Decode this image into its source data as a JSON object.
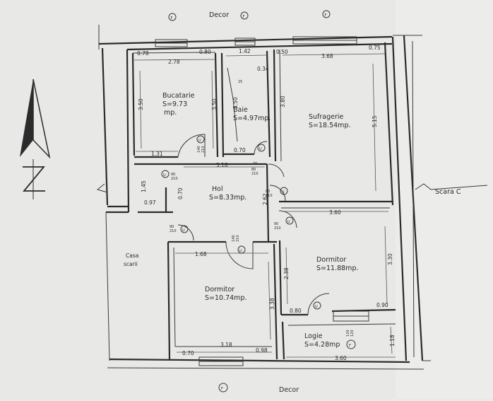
{
  "labels": {
    "decor_top": "Decor",
    "decor_bottom": "Decor",
    "scara_c": "Scara C",
    "casa_scarii_1": "Casa",
    "casa_scarii_2": "scarii"
  },
  "rooms": {
    "bucatarie": {
      "name": "Bucatarie",
      "area": "S=9.73",
      "unit": "mp."
    },
    "baie": {
      "name": "Baie",
      "area": "S=4.97mp."
    },
    "sufragerie": {
      "name": "Sufragerie",
      "area": "S=18.54mp."
    },
    "hol": {
      "name": "Hol",
      "area": "S=8.33mp."
    },
    "dormitor1": {
      "name": "Dormitor",
      "area": "S=11.88mp."
    },
    "dormitor2": {
      "name": "Dormitor",
      "area": "S=10.74mp."
    },
    "logie": {
      "name": "Logie",
      "area": "S=4.28mp"
    }
  },
  "dims": {
    "d078": "0.78",
    "d278": "2.78",
    "d080a": "0.80",
    "d142": "1.42",
    "d050": "0.50",
    "d368": "3.68",
    "d075": "0.75",
    "d034": "0.34",
    "d350a": "3.50",
    "d350b": "3.50",
    "d350c": "3.50",
    "d380": "3.80",
    "d515": "5.15",
    "d131": "1.31",
    "d070a": "0.70",
    "d318a": "3.18",
    "d145": "1.45",
    "d097": "0.97",
    "d070b": "0.70",
    "d262": "2.62",
    "d360a": "3.60",
    "d330": "3.30",
    "d168": "1.68",
    "d238": "2.38",
    "d080b": "0.80",
    "d090": "0.90",
    "d338": "3.38",
    "d118": "1.18",
    "d318b": "3.18",
    "d070c": "0.70",
    "d098": "0.98",
    "d360b": "3.60",
    "d25": "25"
  },
  "markers": {
    "u": "U",
    "f": "F"
  },
  "door_codes": {
    "a": "90",
    "b": "210",
    "c": "80",
    "d": "70",
    "e": "140",
    "f": "120"
  }
}
